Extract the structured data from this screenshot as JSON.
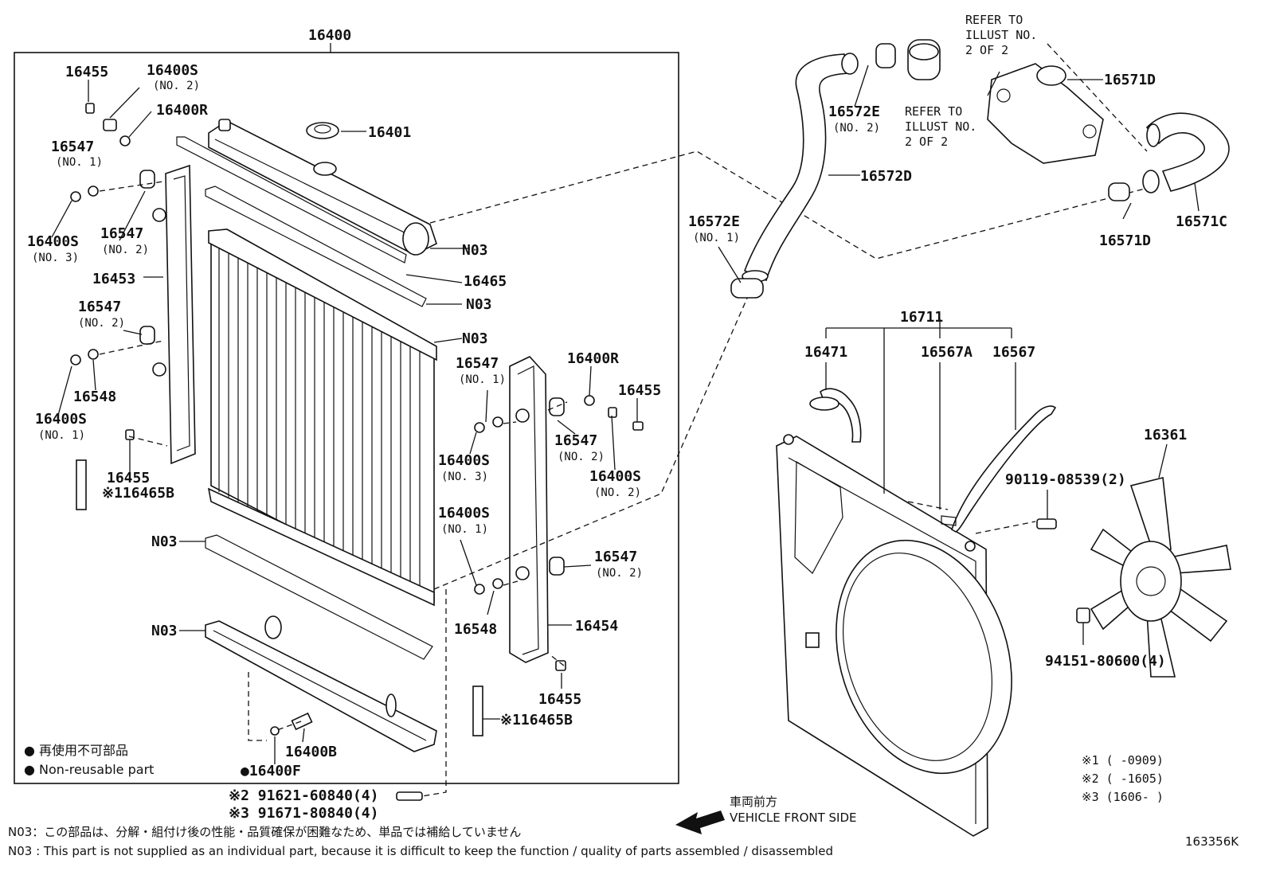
{
  "labels": {
    "assembly": "16400",
    "p16455_a": "16455",
    "p16400S_a": "16400S",
    "p16400S_a_sub": "(NO. 2)",
    "p16400R_a": "16400R",
    "p16547_a": "16547",
    "p16547_a_sub": "(NO. 1)",
    "p16400S_b": "16400S",
    "p16400S_b_sub": "(NO. 3)",
    "p16547_b": "16547",
    "p16547_b_sub": "(NO. 2)",
    "p16453": "16453",
    "p16547_c": "16547",
    "p16547_c_sub": "(NO. 2)",
    "p16548_a": "16548",
    "p16400S_c": "16400S",
    "p16400S_c_sub": "(NO. 1)",
    "p16455_b": "16455",
    "p16465B_a": "※116465B",
    "p16401": "16401",
    "n03_a": "N03",
    "p16465": "16465",
    "n03_b": "N03",
    "n03_c": "N03",
    "n03_d": "N03",
    "n03_e": "N03",
    "p16547_d": "16547",
    "p16547_d_sub": "(NO. 1)",
    "p16400R_b": "16400R",
    "p16455_c": "16455",
    "p16547_e": "16547",
    "p16547_e_sub": "(NO. 2)",
    "p16400S_d": "16400S",
    "p16400S_d_sub": "(NO. 3)",
    "p16400S_e": "16400S",
    "p16400S_e_sub": "(NO. 2)",
    "p16400S_f": "16400S",
    "p16400S_f_sub": "(NO. 1)",
    "p16547_f": "16547",
    "p16547_f_sub": "(NO. 2)",
    "p16548_b": "16548",
    "p16454": "16454",
    "p16455_d": "16455",
    "p16465B_b": "※116465B",
    "p16400B": "16400B",
    "p16400F": "●16400F",
    "bolt_2": "※2 91621-60840(4)",
    "bolt_3": "※3 91671-80840(4)",
    "p16572E_a": "16572E",
    "p16572E_a_sub": "(NO. 2)",
    "p16572D": "16572D",
    "p16572E_b": "16572E",
    "p16572E_b_sub": "(NO. 1)",
    "p16571D_a": "16571D",
    "p16571D_b": "16571D",
    "p16571C": "16571C",
    "p16711": "16711",
    "p16471": "16471",
    "p16567A": "16567A",
    "p16567": "16567",
    "p16361": "16361",
    "bolt_90119": "90119-08539(2)",
    "nut_94151": "94151-80600(4)",
    "illust_no": "163356K"
  },
  "refer_top": [
    "REFER TO",
    "ILLUST NO.",
    "2 OF 2"
  ],
  "refer_mid": [
    "REFER TO",
    "ILLUST NO.",
    "2 OF 2"
  ],
  "legend": {
    "jp": "● 再使用不可部品",
    "en": "● Non-reusable part"
  },
  "direction": {
    "jp": "車両前方",
    "en": "VEHICLE FRONT SIDE"
  },
  "footnotes": {
    "n1": "※1 (      -0909)",
    "n2": "※2 (      -1605)",
    "n3": "※3 (1606-       )"
  },
  "notes": {
    "jp": "N03：この部品は、分解・組付け後の性能・品質確保が困難なため、単品では補給していません",
    "en": "N03 : This part is not supplied as an individual part, because it is difficult to keep the function / quality of parts assembled / disassembled"
  }
}
